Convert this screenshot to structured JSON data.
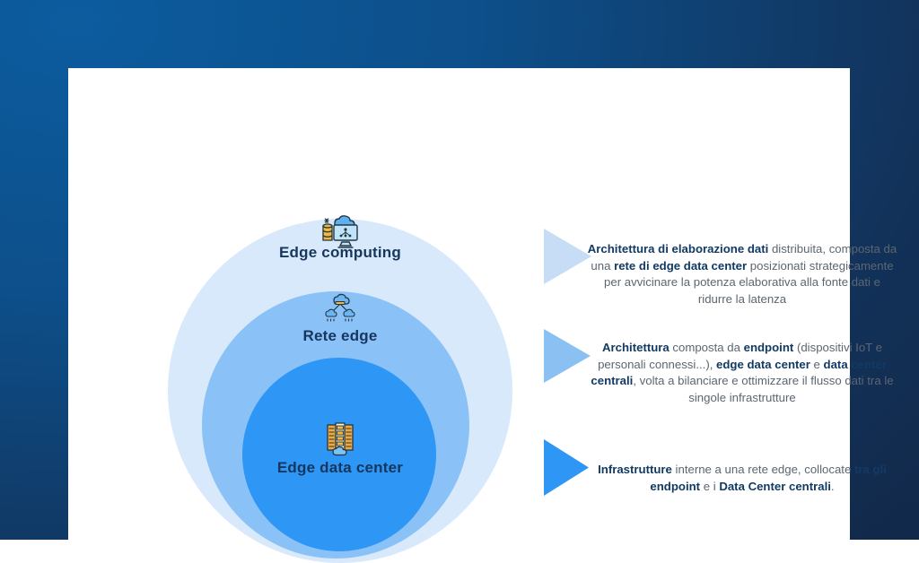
{
  "theme": {
    "frame_gradient_start": "#0c5c9f",
    "frame_gradient_end": "#112746",
    "card_background": "#ffffff",
    "label_color": "#17365d",
    "body_text_color": "#5c6670",
    "bold_text_color": "#123a63"
  },
  "diagram": {
    "rings": [
      {
        "label": "Edge computing",
        "color": "#d9e9fc",
        "icon": "edge-computing-icon"
      },
      {
        "label": "Rete edge",
        "color": "#8ac2f7",
        "icon": "edge-network-icon"
      },
      {
        "label": "Edge data center",
        "color": "#2e96f5",
        "icon": "edge-data-center-icon"
      }
    ]
  },
  "descriptions": [
    {
      "arrow_color": "#c7ddf6",
      "segments": [
        {
          "t": "Architettura di elaborazione dati",
          "b": true
        },
        {
          "t": " distribuita, composta da una ",
          "b": false
        },
        {
          "t": "rete di edge data center",
          "b": true
        },
        {
          "t": " posizionati strategicamente per avvicinare la potenza elaborativa alla fonte dati e ridurre la latenza",
          "b": false
        }
      ]
    },
    {
      "arrow_color": "#8bc0f3",
      "segments": [
        {
          "t": "Architettura",
          "b": true
        },
        {
          "t": " composta da ",
          "b": false
        },
        {
          "t": "endpoint",
          "b": true
        },
        {
          "t": " (dispositivi IoT e personali connessi...), ",
          "b": false
        },
        {
          "t": "edge data center",
          "b": true
        },
        {
          "t": " e ",
          "b": false
        },
        {
          "t": "data center centrali",
          "b": true
        },
        {
          "t": ", volta a bilanciare e ottimizzare il flusso dati tra le singole infrastrutture",
          "b": false
        }
      ]
    },
    {
      "arrow_color": "#2e96f5",
      "segments": [
        {
          "t": "Infrastrutture",
          "b": true
        },
        {
          "t": " interne a una rete edge, collocate ",
          "b": false
        },
        {
          "t": "tra gli endpoint",
          "b": true
        },
        {
          "t": " e i ",
          "b": false
        },
        {
          "t": "Data Center centrali",
          "b": true
        },
        {
          "t": ".",
          "b": false
        }
      ]
    }
  ]
}
